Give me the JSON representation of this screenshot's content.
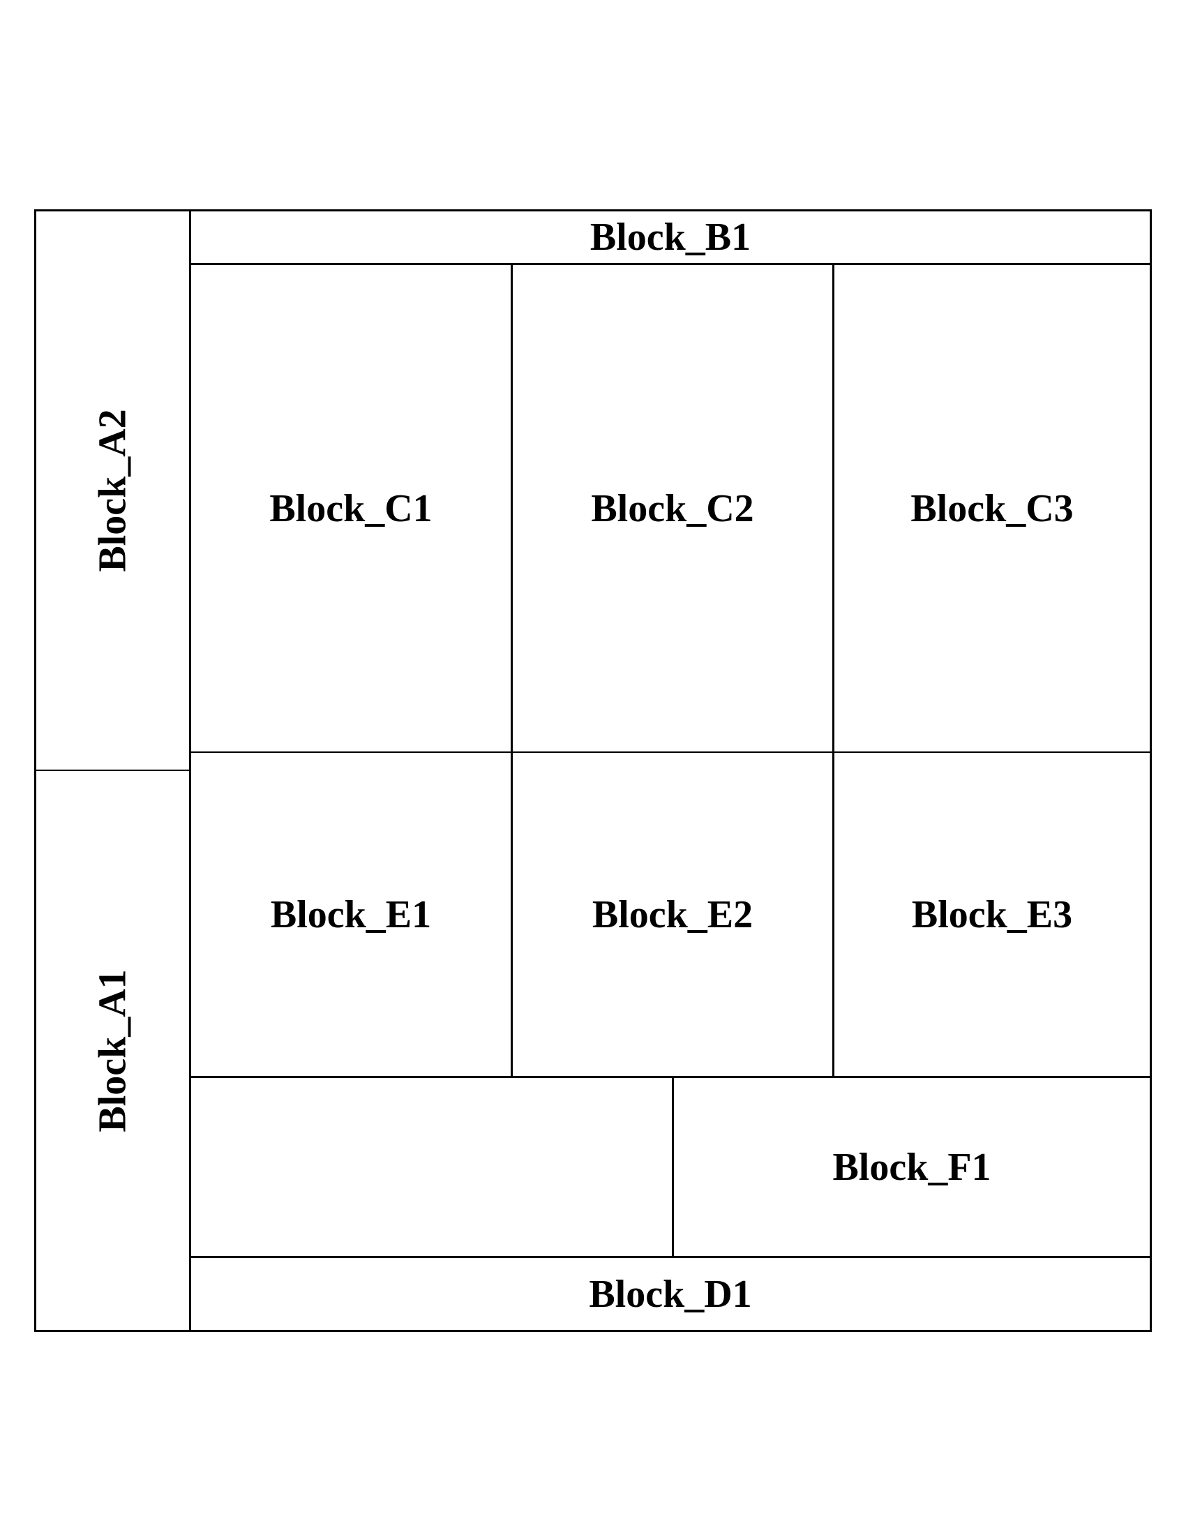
{
  "blocks": {
    "a1": "Block_A1",
    "a2": "Block_A2",
    "b1": "Block_B1",
    "c1": "Block_C1",
    "c2": "Block_C2",
    "c3": "Block_C3",
    "e1": "Block_E1",
    "e2": "Block_E2",
    "e3": "Block_E3",
    "f1": "Block_F1",
    "f2": "",
    "d1": "Block_D1"
  }
}
